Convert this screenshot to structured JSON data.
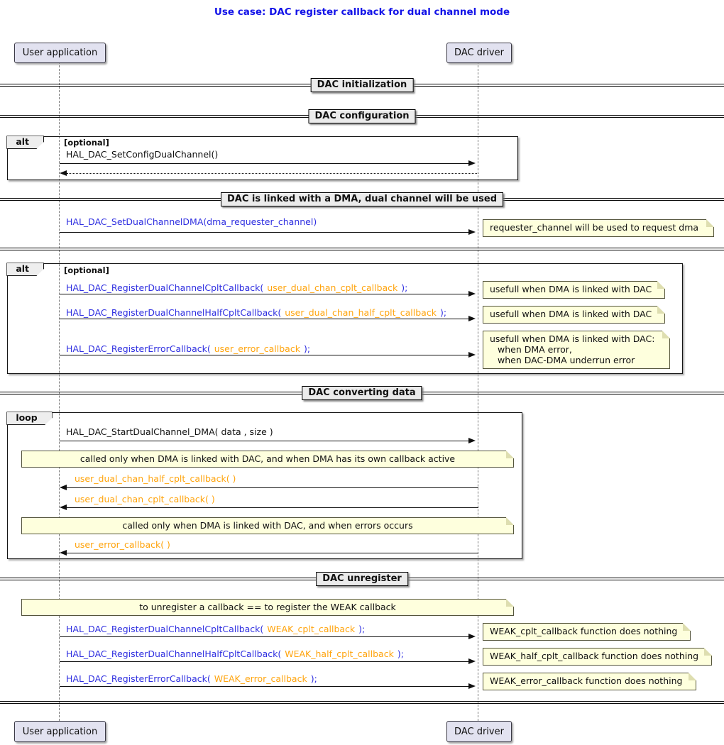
{
  "title": "Use case: DAC register callback for dual channel mode",
  "participants": {
    "user_application": "User application",
    "dac_driver": "DAC driver"
  },
  "dividers": {
    "init": "DAC initialization",
    "config": "DAC configuration",
    "dma_linked": "DAC is linked with a DMA, dual channel will be used",
    "converting": "DAC converting data",
    "unregister": "DAC unregister"
  },
  "fragments": {
    "alt1_label": "alt",
    "alt1_guard": "[optional]",
    "alt2_label": "alt",
    "alt2_guard": "[optional]",
    "loop_label": "loop"
  },
  "messages": {
    "set_config": "HAL_DAC_SetConfigDualChannel()",
    "set_dual_channel_dma": "HAL_DAC_SetDualChannelDMA(dma_requester_channel)",
    "register_cplt": {
      "prefix": "HAL_DAC_RegisterDualChannelCpltCallback(",
      "param": "user_dual_chan_cplt_callback",
      "suffix": ");"
    },
    "register_half_cplt": {
      "prefix": "HAL_DAC_RegisterDualChannelHalfCpltCallback(",
      "param": "user_dual_chan_half_cplt_callback",
      "suffix": ");"
    },
    "register_error": {
      "prefix": "HAL_DAC_RegisterErrorCallback(",
      "param": "user_error_callback",
      "suffix": ");"
    },
    "start_dual_channel_dma": "HAL_DAC_StartDualChannel_DMA( data , size )",
    "cb_half_cplt": "user_dual_chan_half_cplt_callback( )",
    "cb_cplt": "user_dual_chan_cplt_callback( )",
    "cb_error": "user_error_callback( )",
    "register_weak_cplt": {
      "prefix": "HAL_DAC_RegisterDualChannelCpltCallback(",
      "param": "WEAK_cplt_callback",
      "suffix": ");"
    },
    "register_weak_half": {
      "prefix": "HAL_DAC_RegisterDualChannelHalfCpltCallback(",
      "param": "WEAK_half_cplt_callback",
      "suffix": ");"
    },
    "register_weak_error": {
      "prefix": "HAL_DAC_RegisterErrorCallback(",
      "param": "WEAK_error_callback",
      "suffix": ");"
    }
  },
  "notes": {
    "requester_channel": "requester_channel will be used to request dma",
    "useful_cplt": "usefull when DMA is linked with DAC",
    "useful_half_cplt": "usefull when DMA is linked with DAC",
    "useful_error_l1": "usefull when DMA is linked with DAC:",
    "useful_error_l2": "when DMA error,",
    "useful_error_l3": "when DAC-DMA underrun error",
    "called_when_callback_active": "called only when DMA is linked with DAC, and when DMA has its own callback active",
    "called_when_errors": "called only when DMA is linked with DAC, and when errors occurs",
    "unregister_equals_weak": "to unregister a callback == to register the WEAK callback",
    "weak_cplt_nothing": "WEAK_cplt_callback function does nothing",
    "weak_half_nothing": "WEAK_half_cplt_callback function does nothing",
    "weak_error_nothing": "WEAK_error_callback function does nothing"
  },
  "colors": {
    "title_blue": "#1212E8",
    "message_blue": "#2E2EE0",
    "message_orange": "#FFA40D",
    "note_bg": "#FEFFDD",
    "note_border": "#55553C",
    "participant_bg": "#E2E2F0"
  }
}
